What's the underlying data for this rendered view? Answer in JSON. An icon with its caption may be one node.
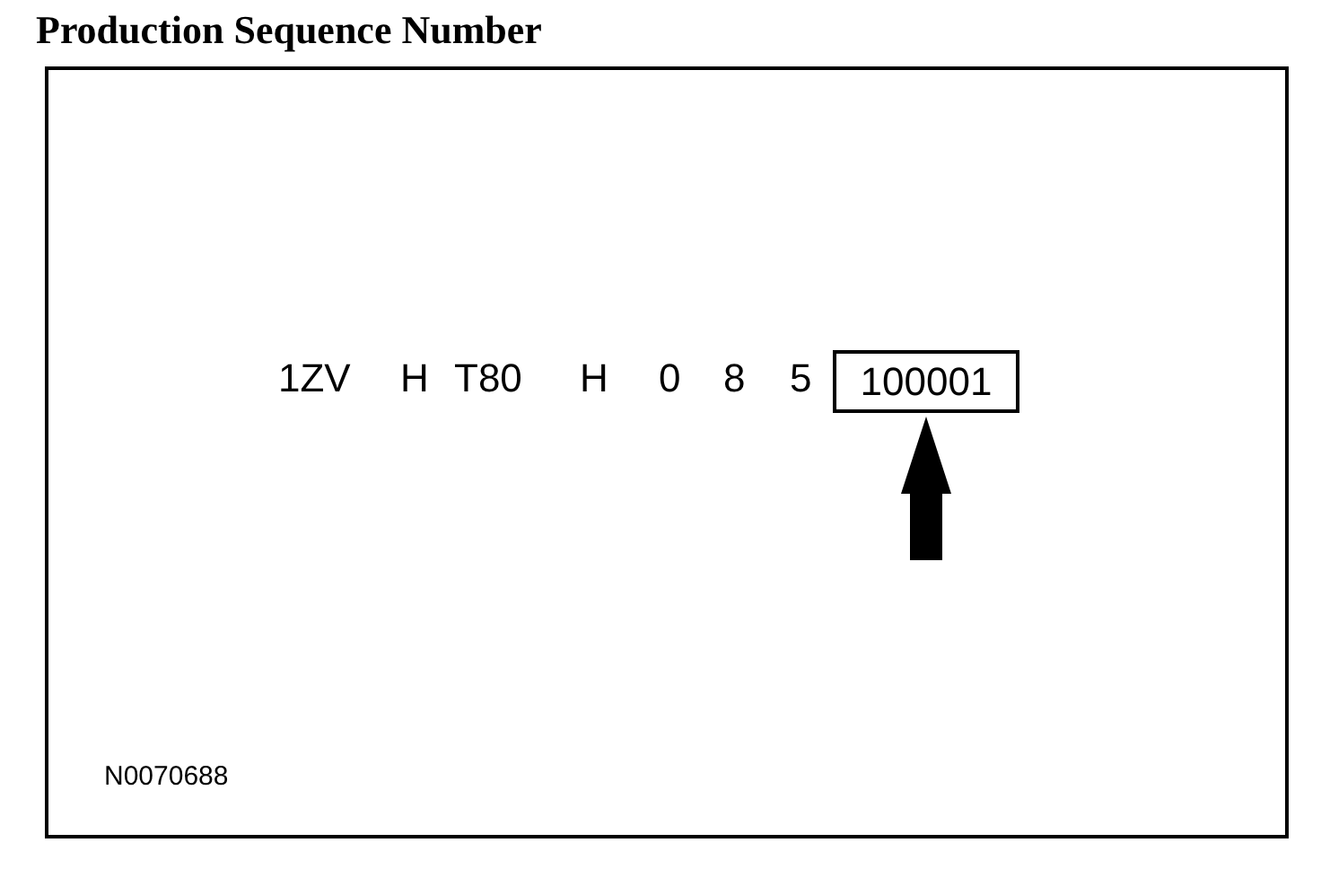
{
  "diagram": {
    "title": "Production Sequence Number",
    "nodes": [
      {
        "text": [],
        "shape": "box"
      },
      {
        "text": [
          "100001"
        ],
        "in": 0
      }
    ],
    "edges": [
      {
        "from": null,
        "to": 1,
        "arrow": "to"
      }
    ],
    "labels": [
      "1ZV",
      "H",
      "T80",
      "H",
      "0",
      "8",
      "5",
      "N0070688"
    ]
  }
}
